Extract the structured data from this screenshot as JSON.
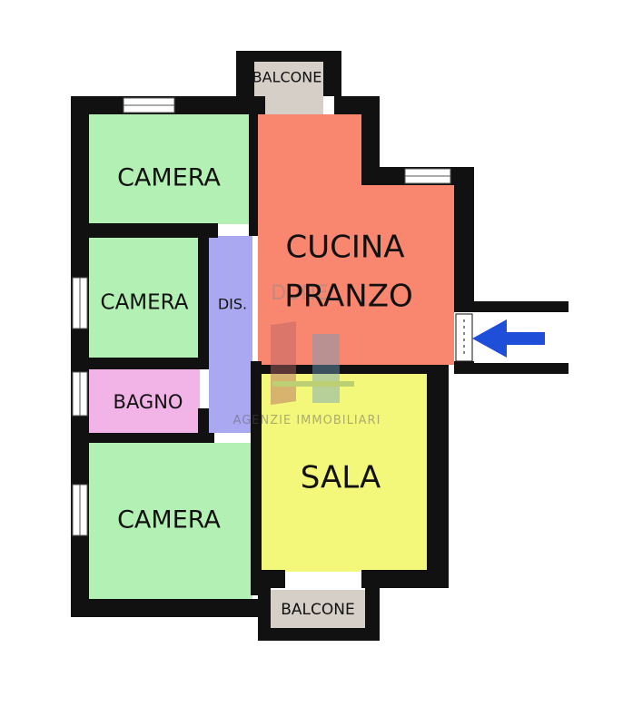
{
  "floorplan": {
    "rooms": {
      "balcone_top": "BALCONE",
      "camera_1": "CAMERA",
      "camera_2": "CAMERA",
      "dis": "DIS.",
      "cucina_line1": "CUCINA",
      "cucina_line2": "PRANZO",
      "bagno": "BAGNO",
      "sala": "SALA",
      "camera_3": "CAMERA",
      "balcone_bottom": "BALCONE"
    },
    "watermark": {
      "text": "AGENZIE IMMOBILIARI",
      "brand": "DUNE"
    },
    "entrance_arrow": "arrow-left",
    "colors": {
      "camera": "#b3f0b3",
      "cucina": "#f9876f",
      "sala": "#f3f77a",
      "dis": "#aaa8f0",
      "bagno": "#f2b3e6",
      "balcone": "#d6cfc7",
      "wall": "#111111",
      "arrow": "#1f4fd8"
    }
  }
}
